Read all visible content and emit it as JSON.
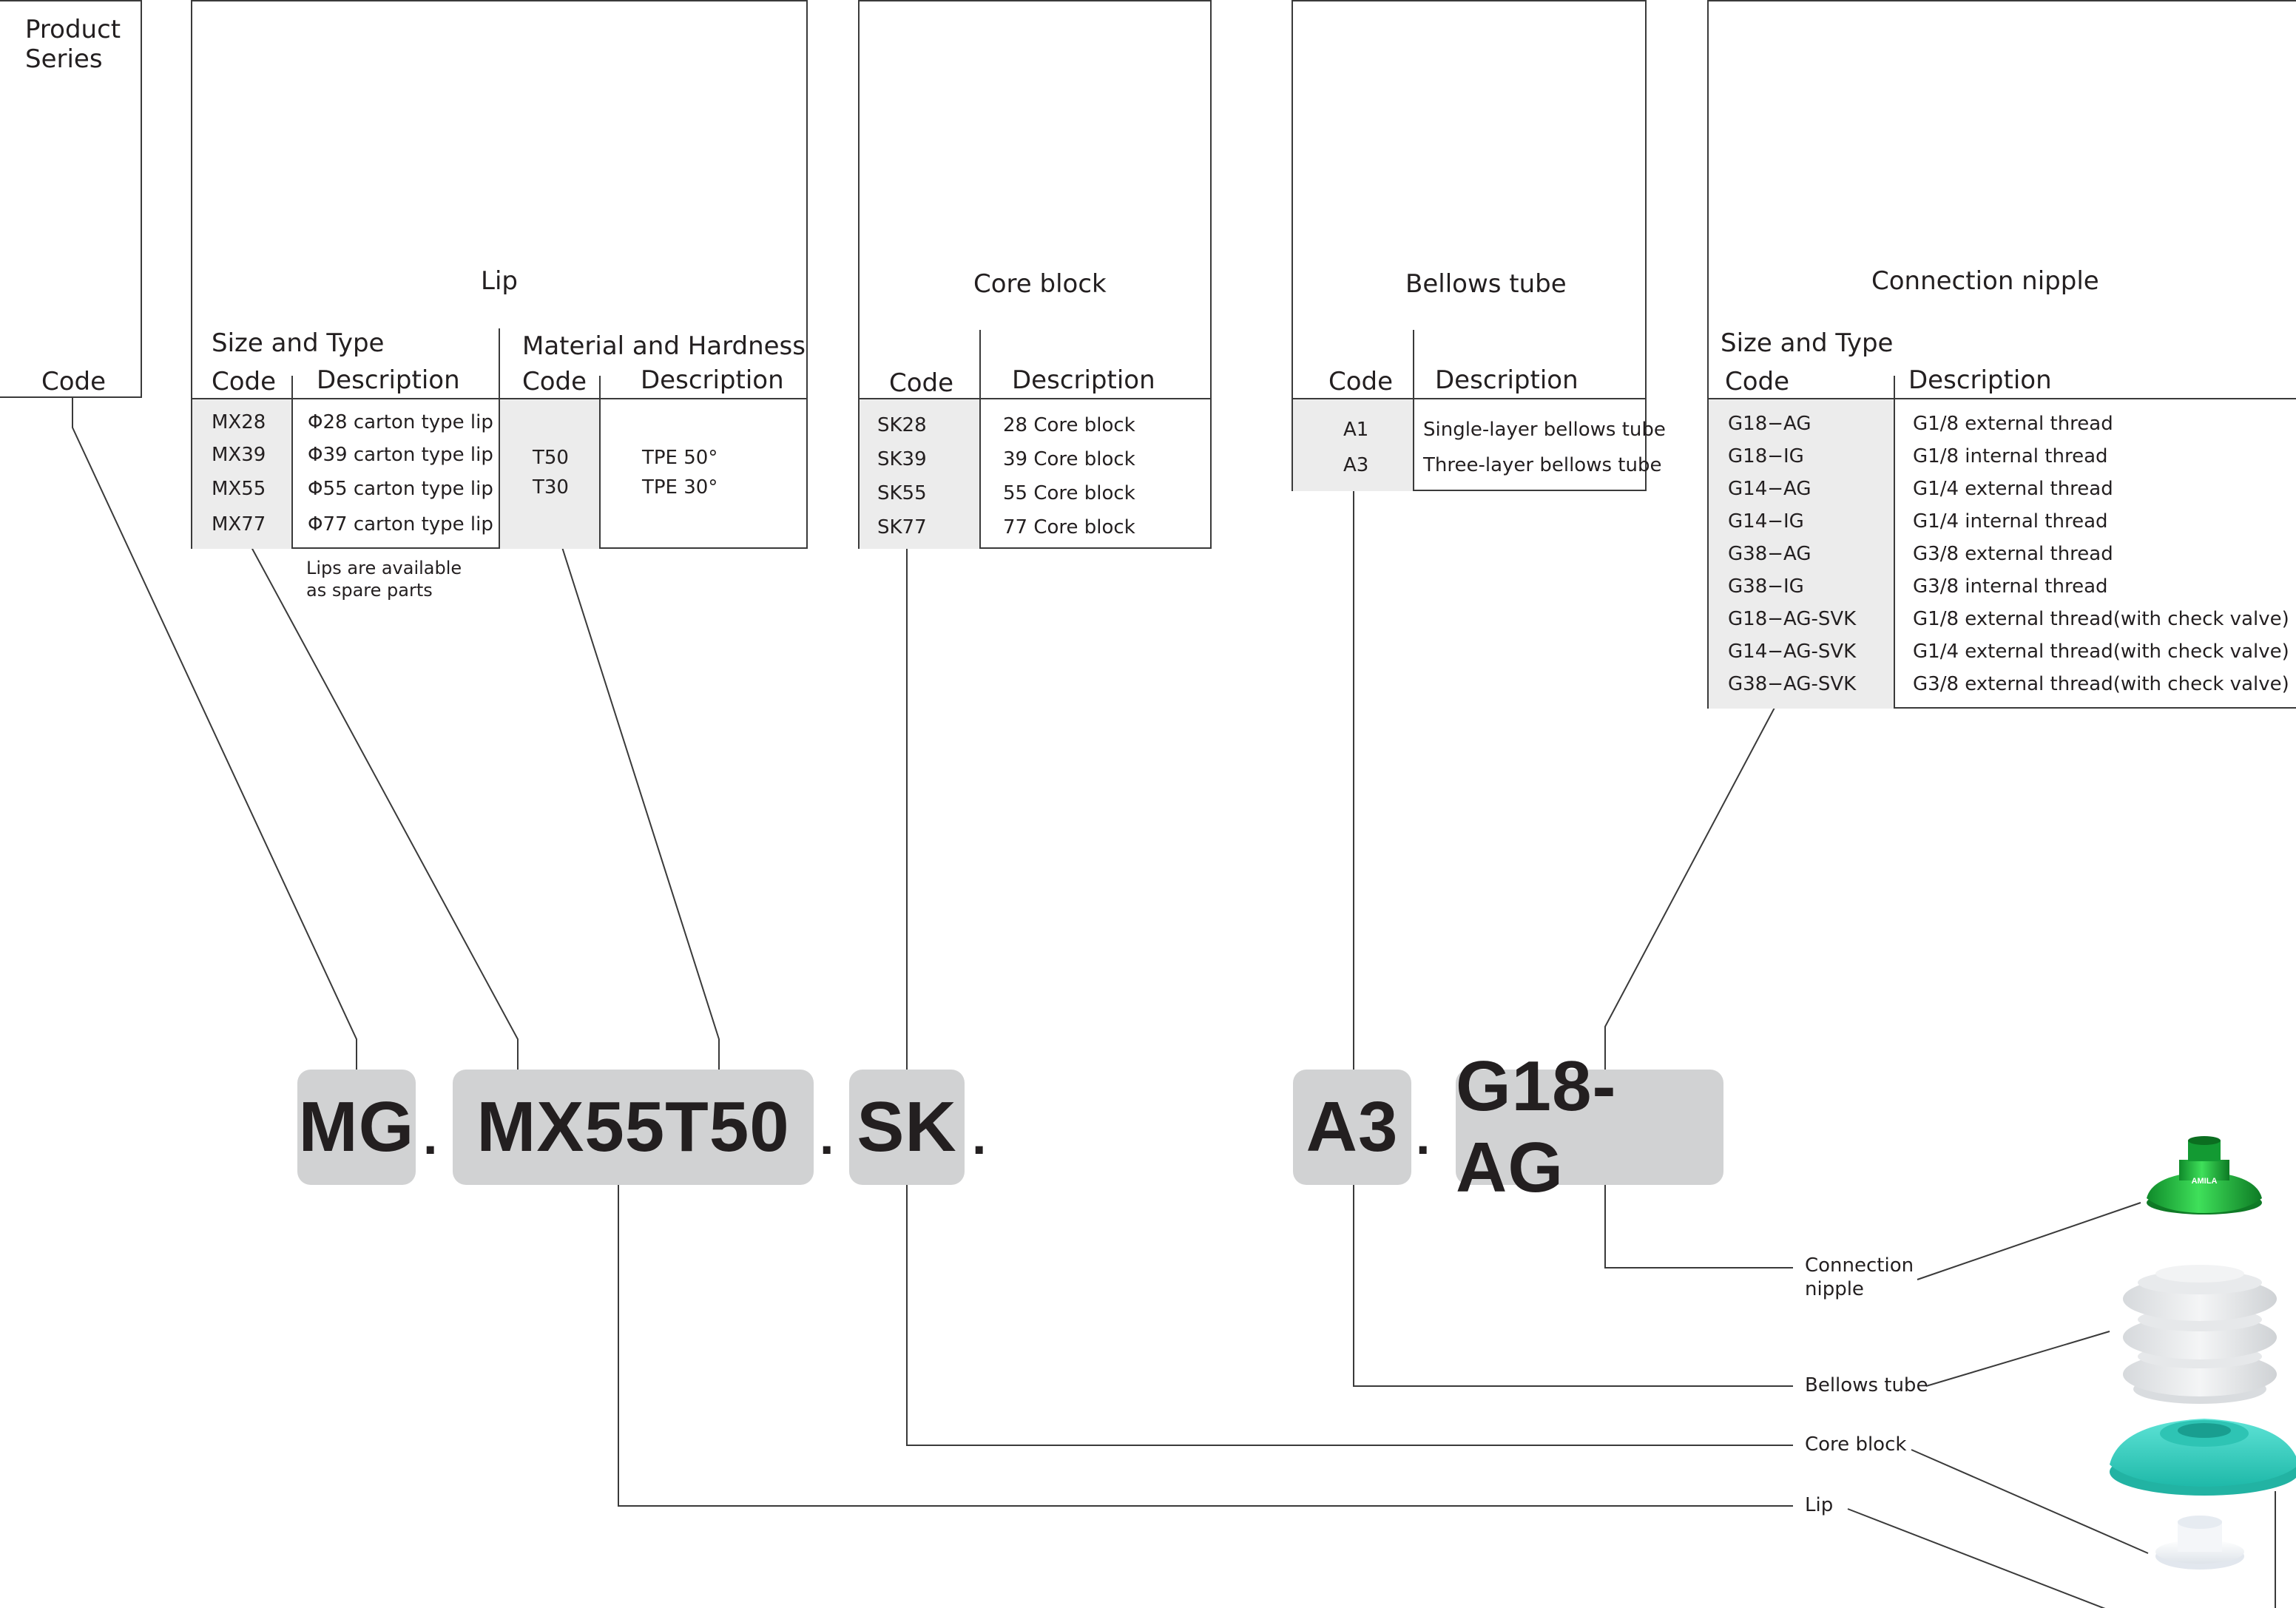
{
  "series_box": {
    "title_line1": "Product",
    "title_line2": "Series",
    "code_label": "Code"
  },
  "lip_box": {
    "title": "Lip",
    "size_type_heading": "Size and Type",
    "material_heading": "Material and Hardness",
    "code_label": "Code",
    "description_label": "Description",
    "size_rows": [
      {
        "code": "MX28",
        "desc": "Φ28 carton type lip"
      },
      {
        "code": "MX39",
        "desc": "Φ39 carton type lip"
      },
      {
        "code": "MX55",
        "desc": "Φ55 carton type lip"
      },
      {
        "code": "MX77",
        "desc": "Φ77 carton type lip"
      }
    ],
    "material_rows": [
      {
        "code": "T50",
        "desc": "TPE 50°"
      },
      {
        "code": "T30",
        "desc": "TPE 30°"
      }
    ],
    "note_line1": "Lips are available",
    "note_line2": "as spare parts",
    "colors": {
      "lip_top": "#3fd6c8",
      "lip_bottom": "#27b35a"
    }
  },
  "core_box": {
    "title": "Core block",
    "code_label": "Code",
    "description_label": "Description",
    "rows": [
      {
        "code": "SK28",
        "desc": "28 Core block"
      },
      {
        "code": "SK39",
        "desc": "39 Core block"
      },
      {
        "code": "SK55",
        "desc": "55 Core block"
      },
      {
        "code": "SK77",
        "desc": "77 Core block"
      }
    ]
  },
  "bellows_box": {
    "title": "Bellows tube",
    "code_label": "Code",
    "description_label": "Description",
    "rows": [
      {
        "code": "A1",
        "desc": "Single-layer bellows tube"
      },
      {
        "code": "A3",
        "desc": "Three-layer bellows tube"
      }
    ]
  },
  "nipple_box": {
    "title": "Connection nipple",
    "size_type_heading": "Size and Type",
    "code_label": "Code",
    "description_label": "Description",
    "brand_mark": "AMILA",
    "rows": [
      {
        "code": "G18−AG",
        "desc": "G1/8 external thread"
      },
      {
        "code": "G18−IG",
        "desc": "G1/8 internal thread"
      },
      {
        "code": "G14−AG",
        "desc": "G1/4 external thread"
      },
      {
        "code": "G14−IG",
        "desc": "G1/4 internal thread"
      },
      {
        "code": "G38−AG",
        "desc": "G3/8 external thread"
      },
      {
        "code": "G38−IG",
        "desc": "G3/8 internal thread"
      },
      {
        "code": "G18−AG-SVK",
        "desc": "G1/8 external thread(with check valve)"
      },
      {
        "code": "G14−AG-SVK",
        "desc": "G1/4 external thread(with check valve)"
      },
      {
        "code": "G38−AG-SVK",
        "desc": "G3/8 external thread(with check valve)"
      }
    ],
    "colors": {
      "nipple": "#1fb53a"
    }
  },
  "code_segments": {
    "series": "MG",
    "lip": "MX55T50",
    "core": "SK",
    "bellows": "A3",
    "nipple": "G18-AG",
    "separator": "."
  },
  "assembly_labels": {
    "nipple_line1": "Connection",
    "nipple_line2": "nipple",
    "bellows": "Bellows tube",
    "core": "Core block",
    "lip": "Lip"
  }
}
